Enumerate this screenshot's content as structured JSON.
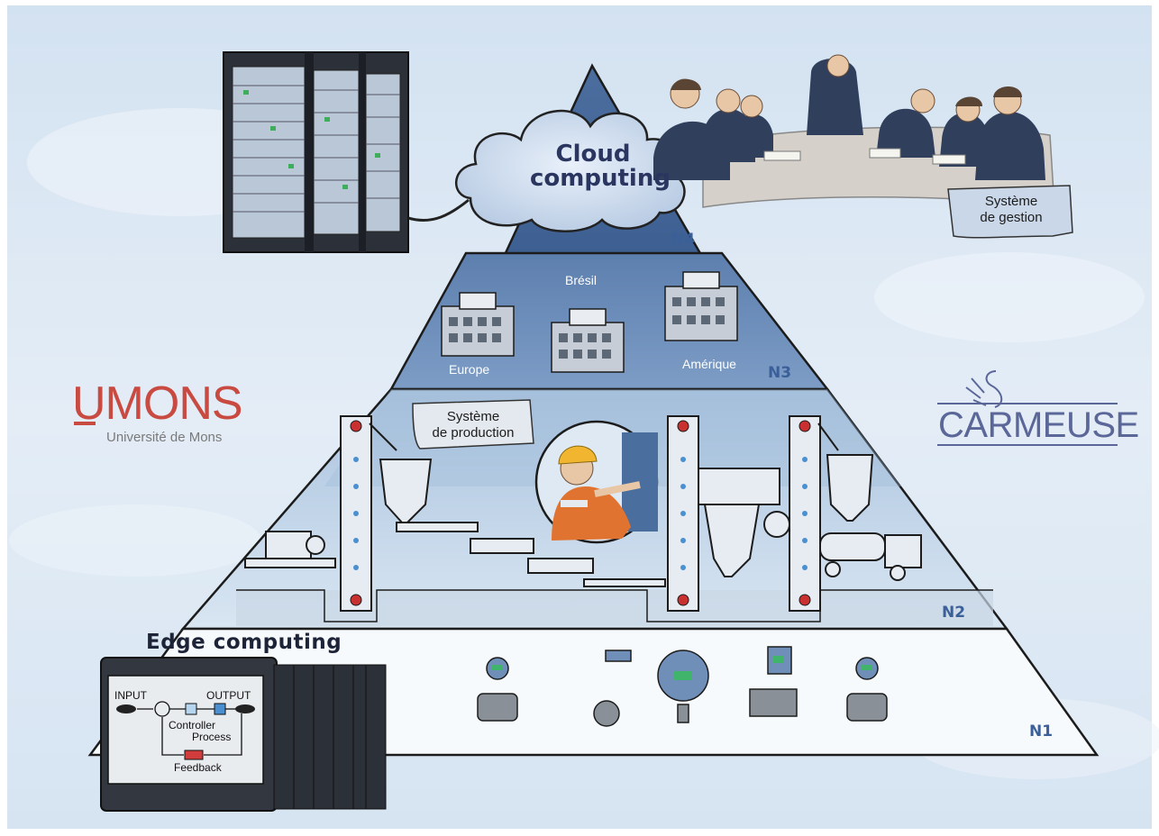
{
  "cloud": {
    "line1": "Cloud",
    "line2": "computing"
  },
  "edge": {
    "title": "Edge computing"
  },
  "levels": {
    "n1": "N1",
    "n2": "N2",
    "n3": "N3",
    "n4": "N4"
  },
  "sites": {
    "bresil": "Brésil",
    "europe": "Europe",
    "amerique": "Amérique"
  },
  "notes": {
    "gestion_l1": "Système",
    "gestion_l2": "de gestion",
    "production_l1": "Système",
    "production_l2": "de production"
  },
  "logos": {
    "umons_title": "UMONS",
    "umons_sub": "Université de Mons",
    "carmeuse": "CARMEUSE"
  },
  "control_diagram": {
    "input": "INPUT",
    "output": "OUTPUT",
    "controller": "Controller",
    "process": "Process",
    "feedback": "Feedback"
  }
}
